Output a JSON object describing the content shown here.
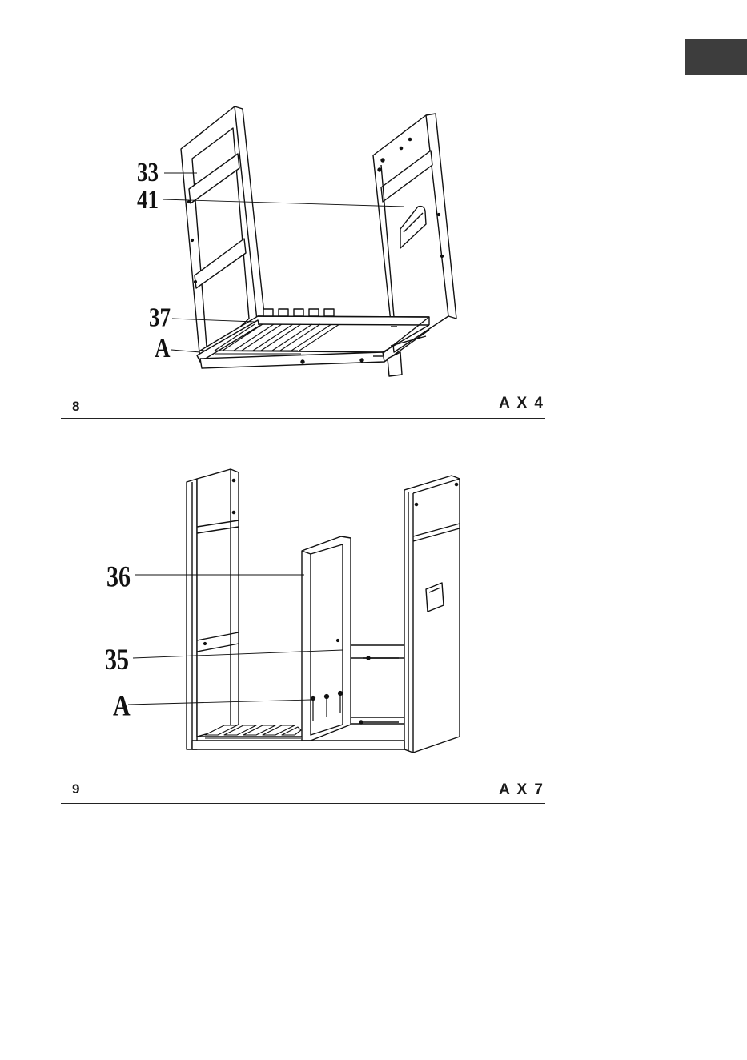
{
  "colors": {
    "tab": "#3d3d3d",
    "ink": "#111111",
    "page": "#ffffff"
  },
  "steps": [
    {
      "number": "8",
      "quantity": "A X 4",
      "callouts": {
        "c33": "33",
        "c41": "41",
        "c37": "37",
        "cA": "A"
      }
    },
    {
      "number": "9",
      "quantity": "A X 7",
      "callouts": {
        "c36": "36",
        "c35": "35",
        "cA": "A"
      }
    }
  ]
}
